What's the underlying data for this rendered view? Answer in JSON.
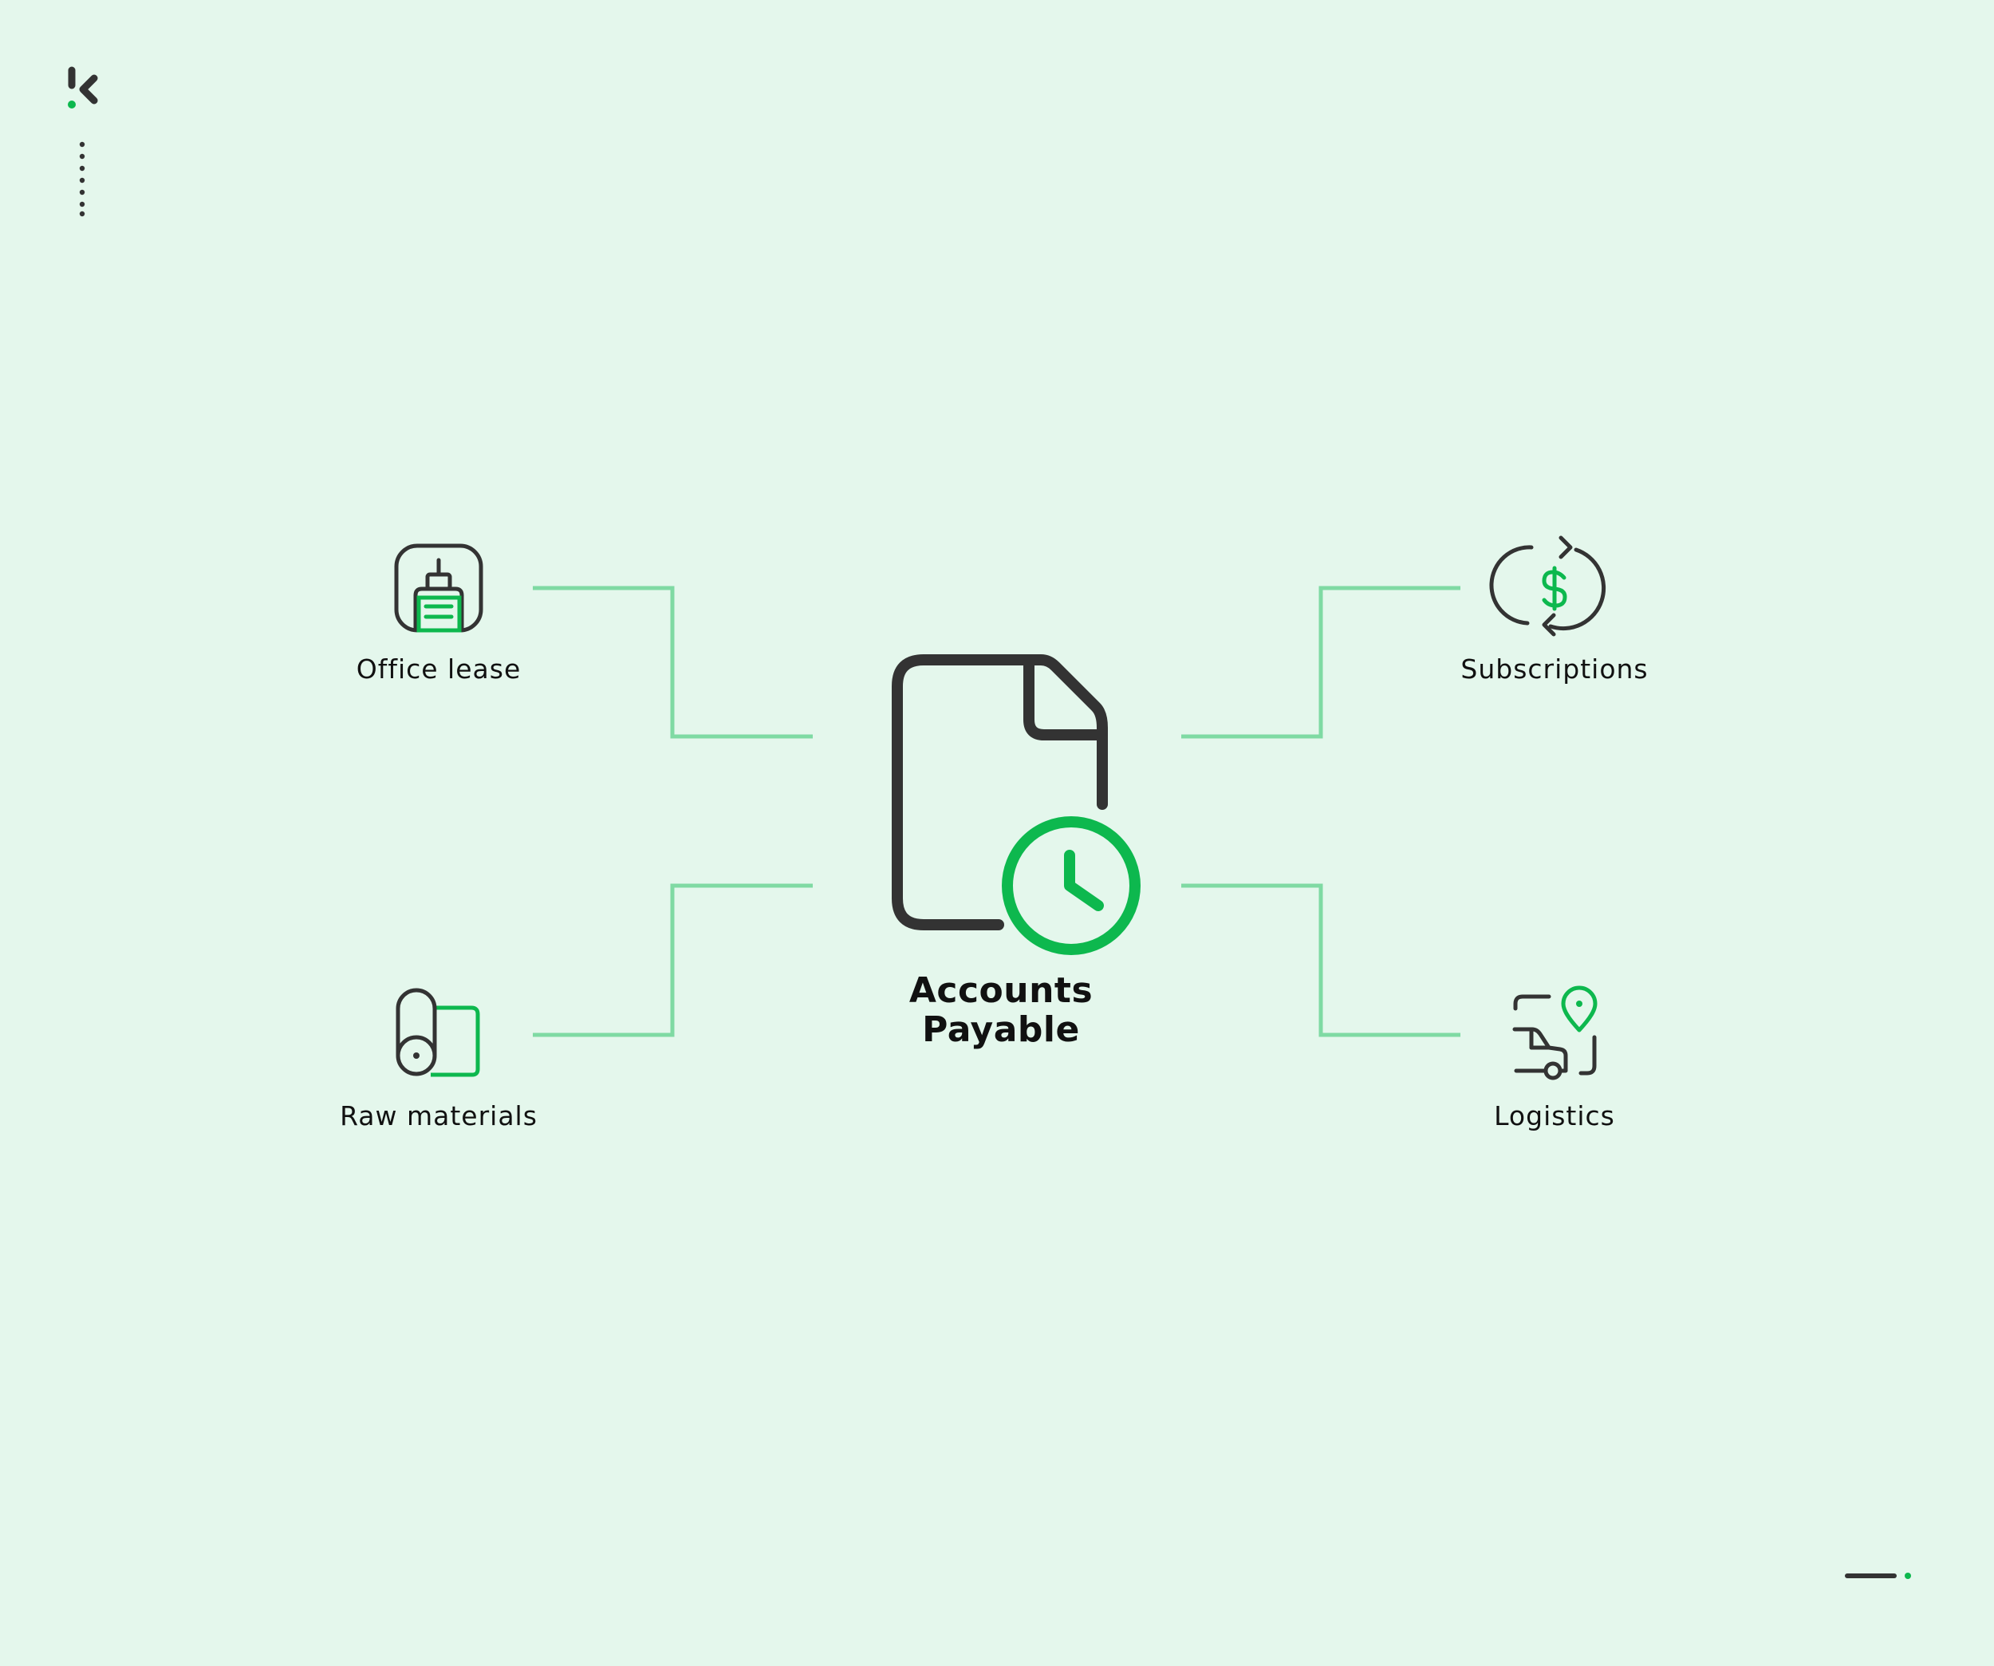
{
  "colors": {
    "background": "#e4f7ec",
    "dark": "#333333",
    "green": "#0db84e",
    "connector": "#7fdaa3"
  },
  "logo": {
    "icon": "kolleno-k-logo-icon"
  },
  "center": {
    "icon": "document-clock-icon",
    "title_line1": "Accounts",
    "title_line2": "Payable"
  },
  "categories": [
    {
      "label": "Office lease",
      "icon": "office-building-icon"
    },
    {
      "label": "Subscriptions",
      "icon": "recurring-dollar-icon"
    },
    {
      "label": "Raw materials",
      "icon": "material-roll-icon"
    },
    {
      "label": "Logistics",
      "icon": "delivery-van-location-icon"
    }
  ]
}
